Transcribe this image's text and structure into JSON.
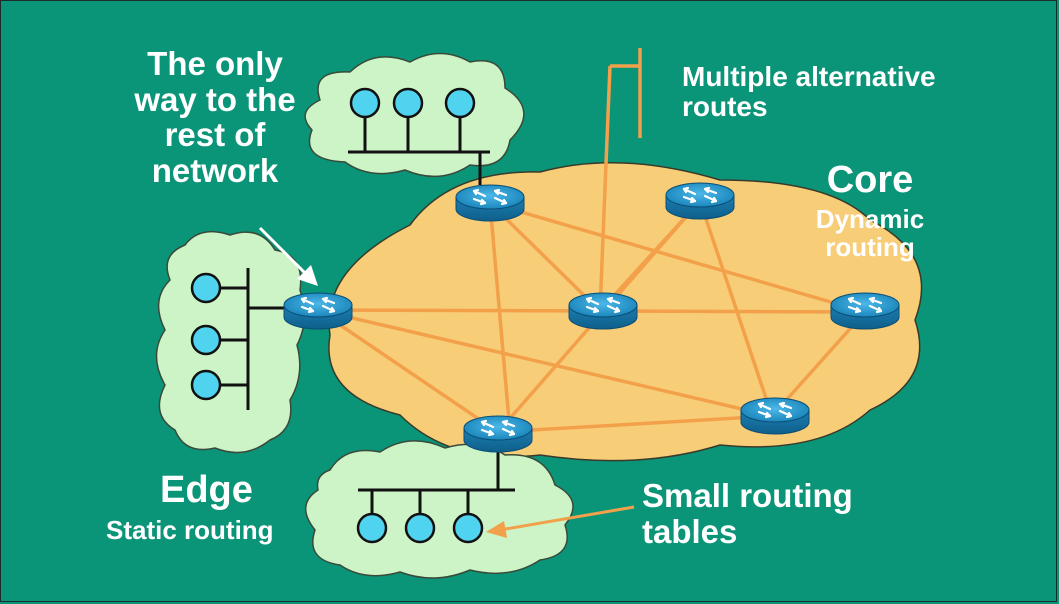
{
  "labels": {
    "edge_note": [
      "The only",
      "way to the",
      "rest of",
      "network"
    ],
    "multiple_routes": [
      "Multiple alternative",
      "routes"
    ],
    "core_title": "Core",
    "core_sub": [
      "Dynamic",
      "routing"
    ],
    "edge_title": "Edge",
    "edge_sub": "Static routing",
    "small_tables": [
      "Small routing",
      "tables"
    ]
  },
  "colors": {
    "background": "#0a9478",
    "core_cloud": "#f8cd78",
    "edge_cloud": "#ccf4c6",
    "links": "#f3a04a",
    "router": "#1c8fc2",
    "host": "#4fd3ee",
    "text": "#ffffff"
  },
  "icons": {
    "router": "router-icon",
    "host": "host-icon",
    "cloud": "cloud-shape"
  }
}
